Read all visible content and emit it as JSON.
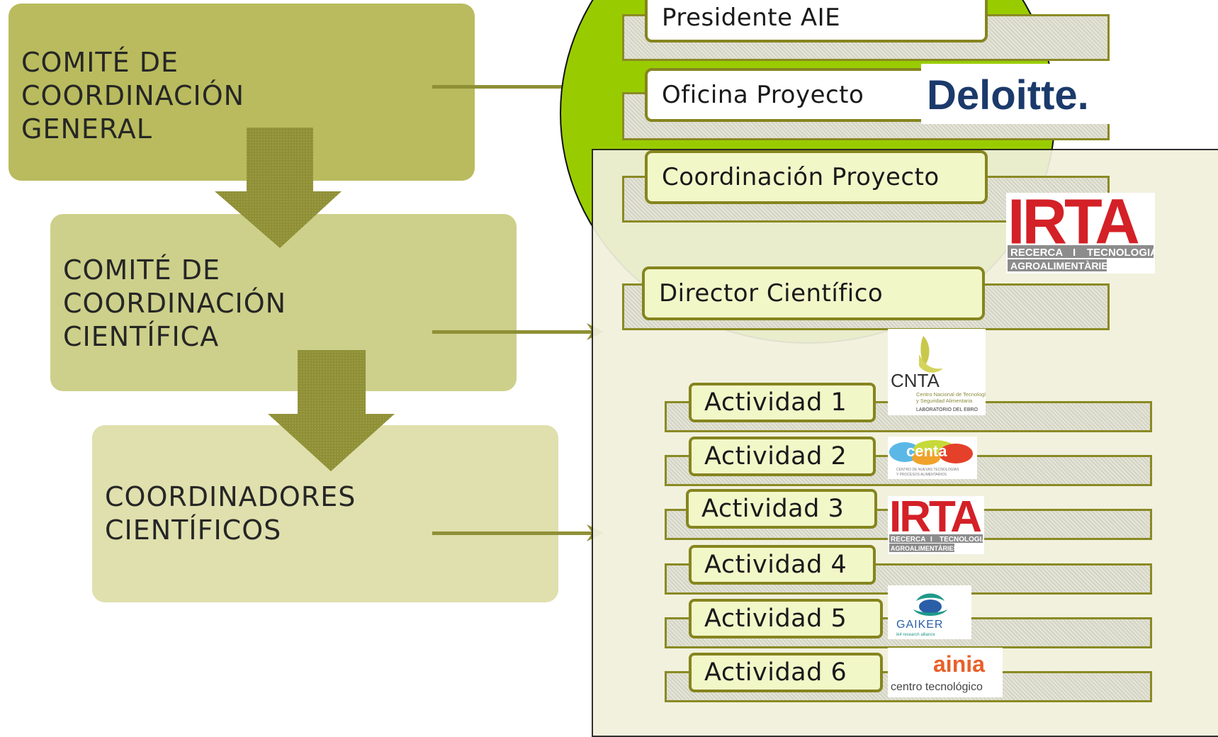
{
  "committees": {
    "general": [
      "COMITÉ DE",
      "COORDINACIÓN",
      "GENERAL"
    ],
    "cientifica": [
      "COMITÉ DE",
      "COORDINACIÓN",
      "CIENTÍFICA"
    ],
    "coordinadores": [
      "COORDINADORES",
      "CIENTÍFICOS"
    ]
  },
  "roles": {
    "presidente": "Presidente AIE",
    "oficina": "Oficina Proyecto",
    "coordinacion": "Coordinación Proyecto",
    "director": "Director Científico"
  },
  "activities": [
    "Actividad 1",
    "Actividad 2",
    "Actividad 3",
    "Actividad 4",
    "Actividad 5",
    "Actividad 6"
  ],
  "logos": {
    "deloitte": "Deloitte.",
    "irta": {
      "main": "IRTA",
      "line1_a": "RECERCA",
      "line1_b": "I",
      "line1_c": "TECNOLOGIA",
      "line2": "AGROALIMENTÀRIES"
    },
    "cnta": {
      "main": "CNTA",
      "sub1": "Centro Nacional de Tecnología",
      "sub2": "y Seguridad Alimentaria",
      "sub3": "LABORATORIO DEL EBRO"
    },
    "centa": {
      "main": "centa",
      "sub1": "CENTRO DE NUEVAS TECNOLOGÍAS",
      "sub2": "Y PROCESOS ALIMENTARIOS"
    },
    "gaiker": {
      "main": "GAIKER",
      "sub": "ik4 research alliance"
    },
    "ainia": {
      "main": "ainia",
      "sub": "centro tecnológico"
    }
  },
  "colors": {
    "committee_general": "#b9bb5e",
    "committee_cientifica": "#cdd08a",
    "committee_coordinadores": "#dfe0ad",
    "arrow": "#8f9036",
    "circle": "#99cc00",
    "panel": "#f0f0dc"
  }
}
